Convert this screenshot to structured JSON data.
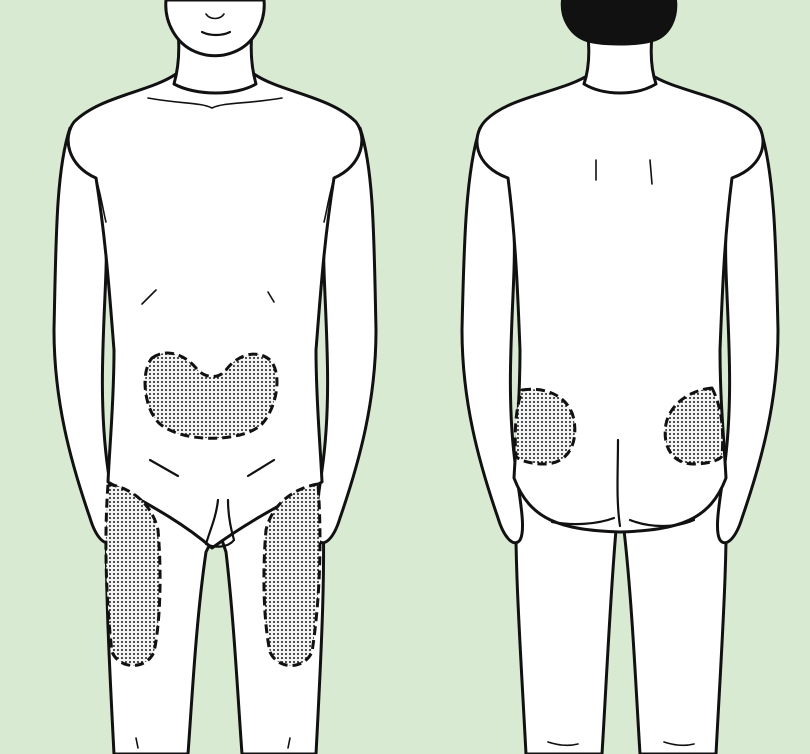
{
  "figure": {
    "background_color": "#d9ead3",
    "body_fill": "#ffffff",
    "line_color": "#111111",
    "hair_color": "#111111",
    "injection_site_pattern": "stippled-dots",
    "views": [
      {
        "view": "front",
        "injection_sites": [
          "abdomen",
          "right-thigh",
          "left-thigh"
        ]
      },
      {
        "view": "back",
        "injection_sites": [
          "left-buttock",
          "right-buttock"
        ]
      }
    ]
  }
}
